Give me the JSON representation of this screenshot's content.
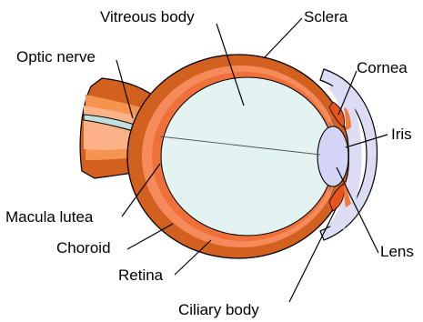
{
  "labels": {
    "vitreous_body": "Vitreous body",
    "sclera": "Sclera",
    "optic_nerve": "Optic nerve",
    "cornea": "Cornea",
    "iris": "Iris",
    "macula_lutea": "Macula lutea",
    "choroid": "Choroid",
    "lens": "Lens",
    "retina": "Retina",
    "ciliary_body": "Ciliary body"
  },
  "colors": {
    "sclera": "#d2601e",
    "choroid": "#f58a5a",
    "retina": "#f0703a",
    "vitreous": "#e2f3f1",
    "cornea": "#dcdcf4",
    "lens": "#d4d4f6",
    "outline": "#000000"
  }
}
